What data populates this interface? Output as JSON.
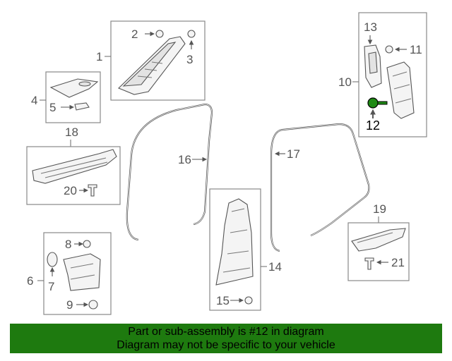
{
  "callouts": {
    "c1": "1",
    "c2": "2",
    "c3": "3",
    "c4": "4",
    "c5": "5",
    "c6": "6",
    "c7": "7",
    "c8": "8",
    "c9": "9",
    "c10": "10",
    "c11": "11",
    "c12": "12",
    "c13": "13",
    "c14": "14",
    "c15": "15",
    "c16": "16",
    "c17": "17",
    "c18": "18",
    "c19": "19",
    "c20": "20",
    "c21": "21"
  },
  "highlight_callout": "12",
  "banner": {
    "line1": "Part or sub-assembly is #12 in diagram",
    "line2": "Diagram may not be specific to your vehicle",
    "color": "#1e7a0f"
  },
  "highlight_color": "#1f8a14"
}
